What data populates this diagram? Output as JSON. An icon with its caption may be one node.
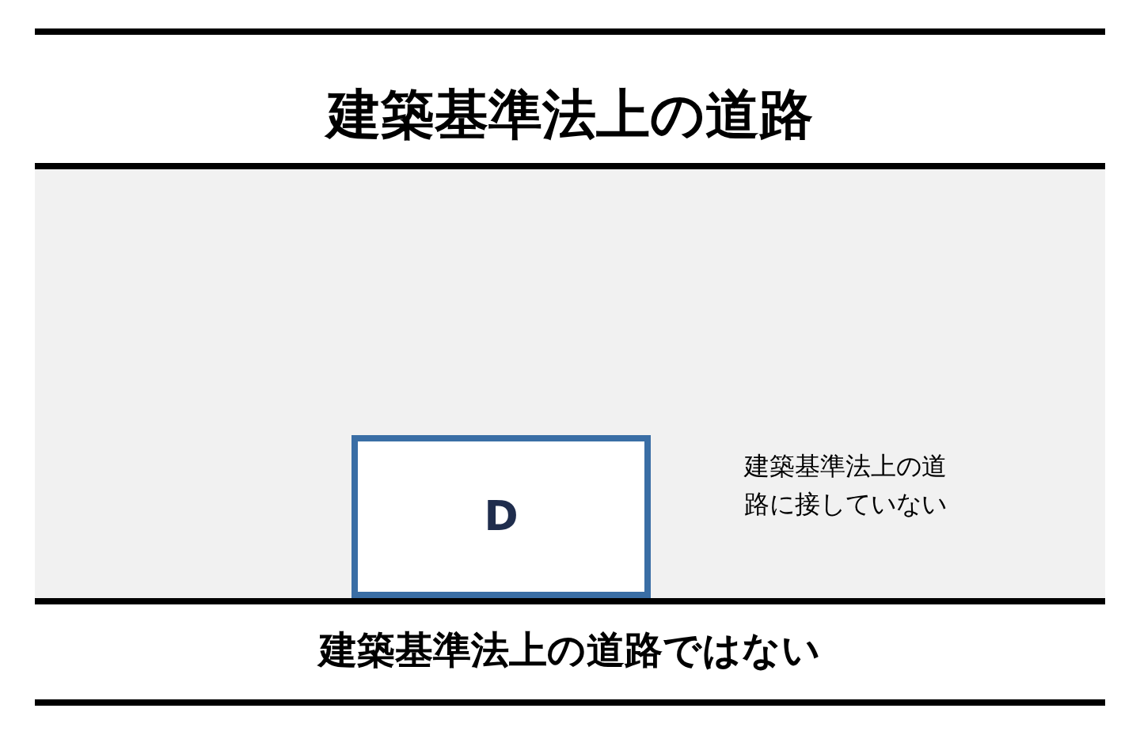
{
  "diagram": {
    "nodes": [
      {
        "text": [
          "D"
        ],
        "beside": [
          "建築基準法上の道路に接していない"
        ]
      }
    ],
    "labels": [
      "建築基準法上の道路",
      "建築基準法上の道路ではない"
    ]
  }
}
